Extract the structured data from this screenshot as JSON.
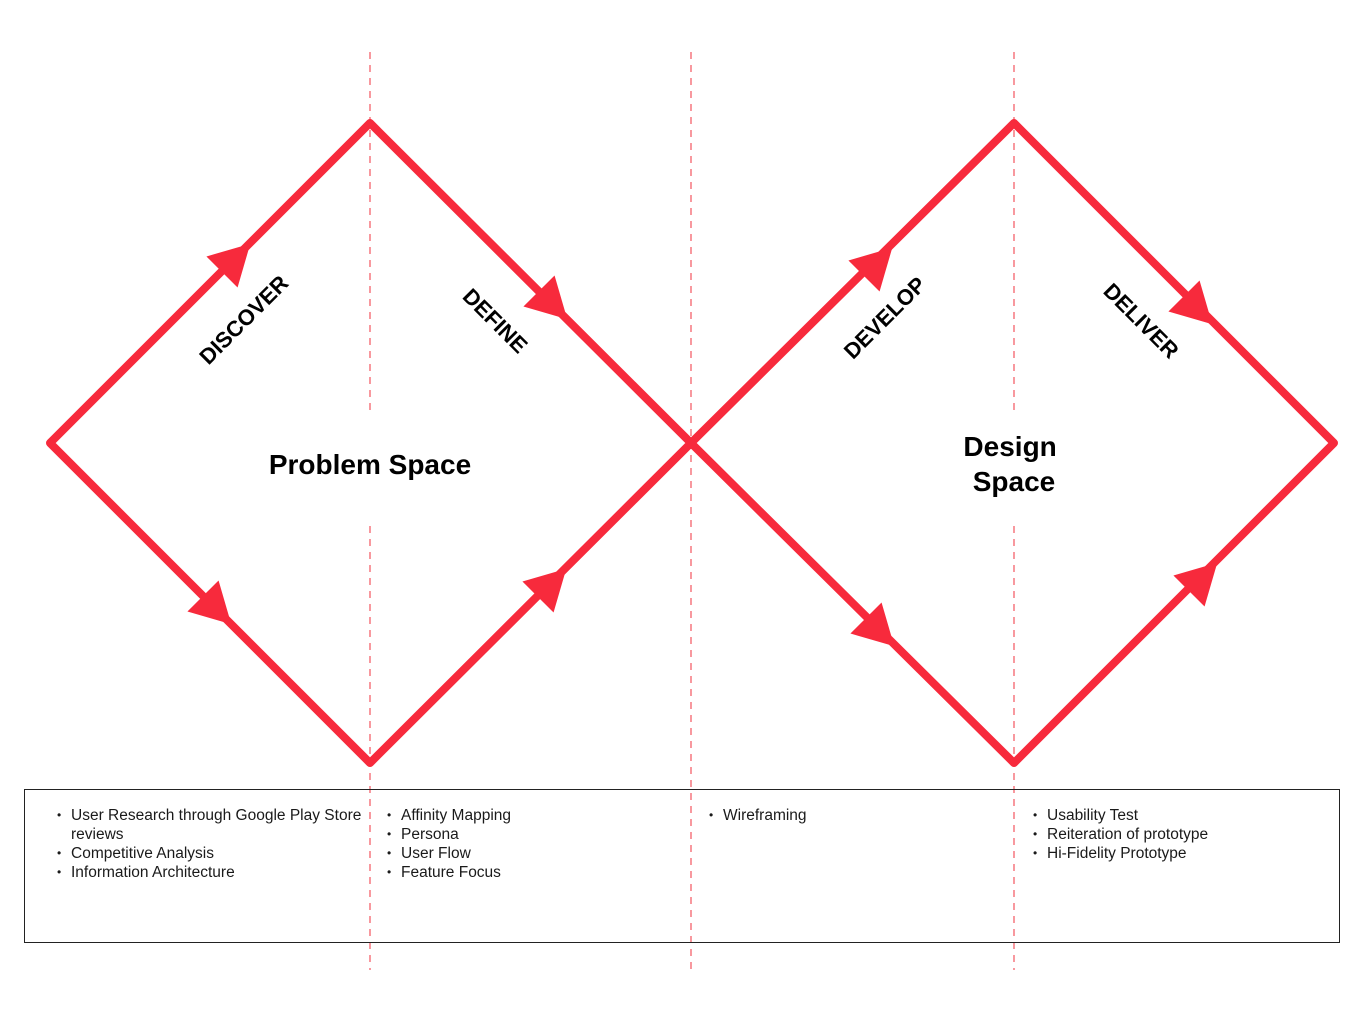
{
  "colors": {
    "accent": "#f72a3c",
    "divider": "#f2555f",
    "text": "#000000"
  },
  "phases": {
    "discover": "DISCOVER",
    "define": "DEFINE",
    "develop": "DEVELOP",
    "deliver": "DELIVER"
  },
  "spaces": {
    "problem": [
      "Problem Space"
    ],
    "design": [
      "Design",
      "Space"
    ]
  },
  "activities": {
    "discover": [
      "User Research through Google Play Store reviews",
      "Competitive Analysis",
      "Information Architecture"
    ],
    "define": [
      "Affinity Mapping",
      "Persona",
      "User Flow",
      "Feature Focus"
    ],
    "develop": [
      "Wireframing"
    ],
    "deliver": [
      "Usability Test",
      "Reiteration of prototype",
      "Hi-Fidelity Prototype"
    ]
  }
}
